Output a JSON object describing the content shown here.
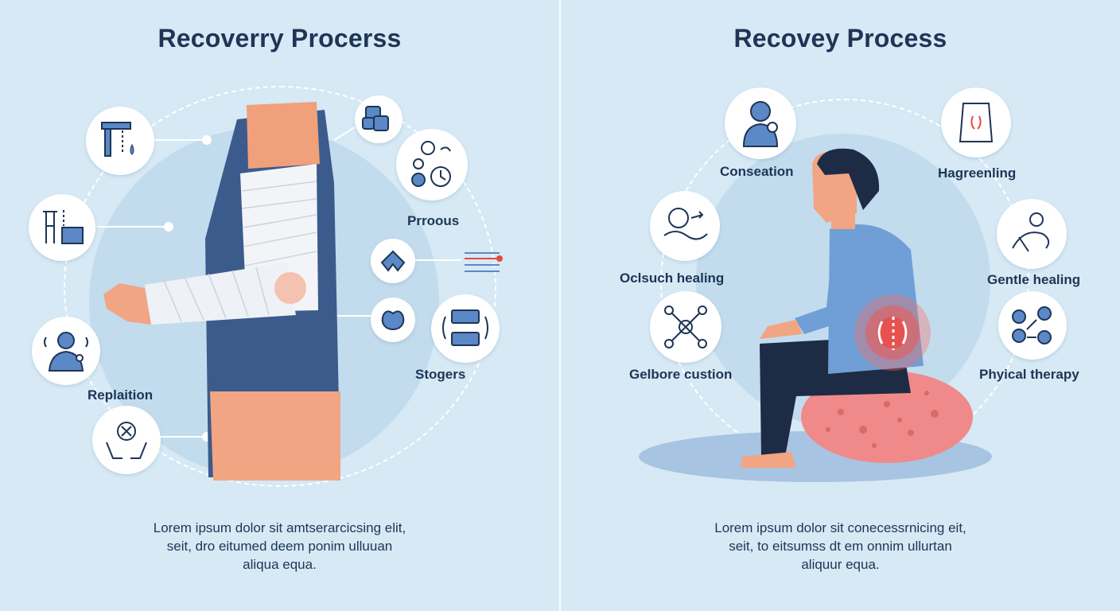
{
  "left": {
    "title": "Recoverry Procerss",
    "labels": {
      "prroous": "Prroous",
      "stogers": "Stogers",
      "replaition": "Replaition"
    },
    "description": [
      "Lorem ipsum dolor sit amtserarcicsing elit,",
      "seit, dro eitumed deem ponim ulluuan",
      "aliqua equa."
    ],
    "icons": [
      "splint-drip-icon",
      "crutch-icon",
      "person-pain-icon",
      "hands-bone-icon",
      "blocks-icon",
      "bone-clock-icon",
      "diamond-icon",
      "joint-icon",
      "spine-brace-icon"
    ]
  },
  "right": {
    "title": "Recovey Process",
    "labels": {
      "conseation": "Conseation",
      "hagreenling": "Hagreenling",
      "oclsuch": "Oclsuch healing",
      "gentle": "Gentle healing",
      "gelbore": "Gelbore custion",
      "phyical": "Phyical therapy"
    },
    "description": [
      "Lorem ipsum dolor sit conecessrnicing eit,",
      "seit, to eitsumss dt em onnim ullurtan",
      "aliquur equa."
    ],
    "icons": [
      "shoulder-person-icon",
      "torso-icon",
      "wave-arrow-icon",
      "stretch-person-icon",
      "cross-bones-icon",
      "therapy-chart-icon"
    ]
  },
  "colors": {
    "navy": "#1e3556",
    "icon_blue": "#5b88c6",
    "accent_red": "#e24b40",
    "cushion_pink": "#f08a8a",
    "shirt_blue": "#6f9fd6"
  }
}
